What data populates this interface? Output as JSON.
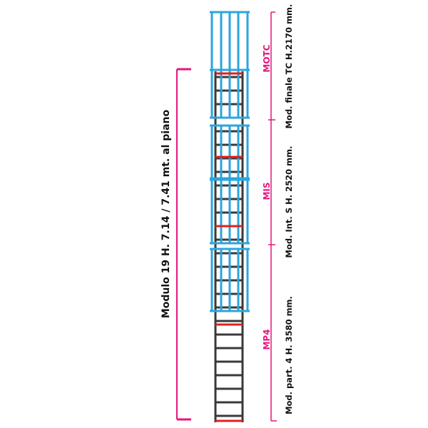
{
  "overall": {
    "label": "Modulo 19  H. 7.14 / 7.41 mt. al piano"
  },
  "modules": [
    {
      "code": "MOTC",
      "description": "Mod. finale TC  H.2170 mm."
    },
    {
      "code": "MIS",
      "description": "Mod. Int. S H. 2520 mm."
    },
    {
      "code": "MP4",
      "description": "Mod. part. 4  H. 3580 mm."
    }
  ],
  "colors": {
    "cage": "#2aa6dc",
    "ladder": "#3a3a3a",
    "accent": "#e4157e",
    "joint": "#e02020"
  }
}
